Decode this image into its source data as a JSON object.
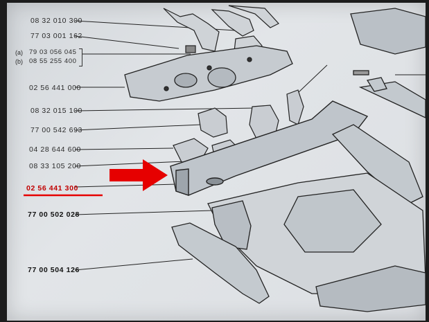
{
  "diagram": {
    "part_numbers": [
      {
        "id": "p1",
        "text": "08 32 010 300"
      },
      {
        "id": "p2",
        "text": "77 03 001 162"
      },
      {
        "id": "p3a",
        "text": "79 03 056 045",
        "prefix": "(a)"
      },
      {
        "id": "p3b",
        "text": "08 55 255 400",
        "prefix": "(b)"
      },
      {
        "id": "p4",
        "text": "02 56 441 000"
      },
      {
        "id": "p5",
        "text": "08 32 015 100"
      },
      {
        "id": "p6",
        "text": "77 00 542 693"
      },
      {
        "id": "p7",
        "text": "04 28 644 600"
      },
      {
        "id": "p8",
        "text": "08 33 105 200"
      },
      {
        "id": "p9",
        "text": "02 56 441 300",
        "highlighted": true
      },
      {
        "id": "p10",
        "text": "77 00 502 028"
      },
      {
        "id": "p11",
        "text": "77 00 504 126"
      }
    ],
    "highlight_color": "#e60000"
  }
}
